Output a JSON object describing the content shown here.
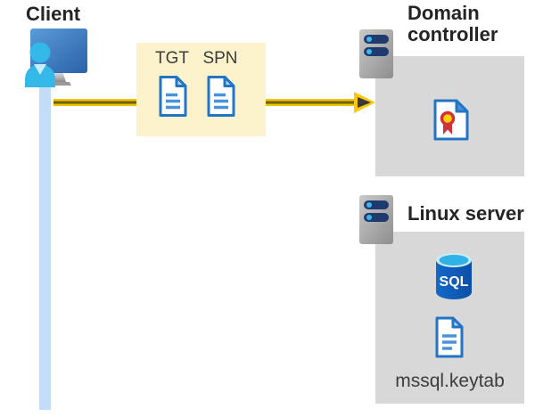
{
  "client": {
    "label": "Client"
  },
  "tickets": {
    "tgt_label": "TGT",
    "spn_label": "SPN"
  },
  "domain_controller": {
    "label": "Domain controller"
  },
  "linux_server": {
    "label": "Linux server",
    "database_label": "SQL",
    "keytab_label": "mssql.keytab"
  },
  "icons": {
    "client": "user-at-computer-icon",
    "tickets": [
      "document-icon",
      "document-icon"
    ],
    "domain_controller": [
      "server-icon",
      "certificate-icon"
    ],
    "linux_server": [
      "server-icon",
      "sql-database-icon",
      "document-icon"
    ]
  },
  "colors": {
    "highlight_box": "#fcf3cd",
    "panel_gray": "#d8d8d8",
    "arrow_yellow": "#f0c300",
    "arrow_core": "#6f6000",
    "arrowhead_fill": "#3a3a3a",
    "timeline_blue": "#c3ddf8",
    "doc_border_blue": "#2374c4",
    "doc_line_blue": "#4a92d8",
    "server_slot_navy": "#1e3a6e",
    "led_cyan": "#3ab8ea",
    "monitor_blue": "#3c7cc0",
    "person_cyan": "#33b8e8",
    "sql_body_blue": "#1060c0",
    "sql_top_cyan": "#30b2e8",
    "rosette_red": "#d13438",
    "rosette_yellow": "#ffd200",
    "title_text": "#242424",
    "label_text": "#3d3d3d"
  }
}
